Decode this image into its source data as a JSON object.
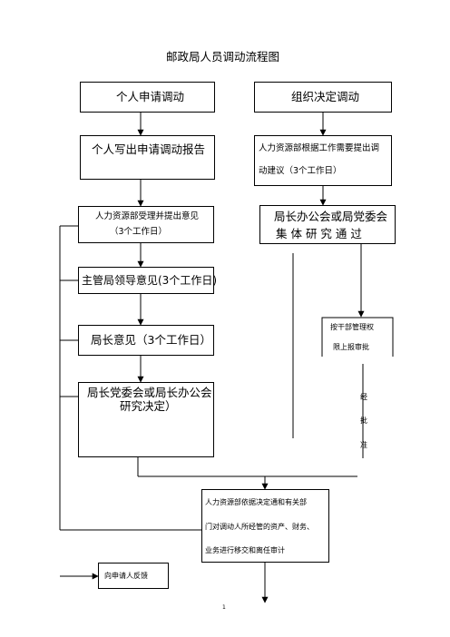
{
  "title": "邮政局人员调动流程图",
  "boxes": {
    "personal_apply": "个人申请调动",
    "org_decide": "组织决定调动",
    "write_report": "个人写出申请调动报告",
    "hr_suggest_line1": "人力资源部根据工作需要提出调",
    "hr_suggest_line2": "动建议（3个工作日）",
    "hr_accept_line1": "人力资源部受理并提出意见",
    "hr_accept_line2": "（3个工作日）",
    "office_line1": "局长办公会或局党委会",
    "office_line2": "集 体 研 究 通 过",
    "supervisor": "主管局领导意见(3个工作日)",
    "director": "局长意见（3个工作日）",
    "cadre_line1": "按干部管理权",
    "cadre_line2": "限上报审批",
    "party_line1": "局长党委会或局长办公会",
    "party_line2": "研究决定）",
    "approval_char1": "经",
    "approval_char2": "批",
    "approval_char3": "准",
    "transfer_line1": "人力资源部依据决定通和有关部",
    "transfer_line2": "门对调动人所经管的资产、财务、",
    "transfer_line3": "业务进行移交和离任审计",
    "feedback": "向申请人反馈"
  },
  "page_number": "1"
}
